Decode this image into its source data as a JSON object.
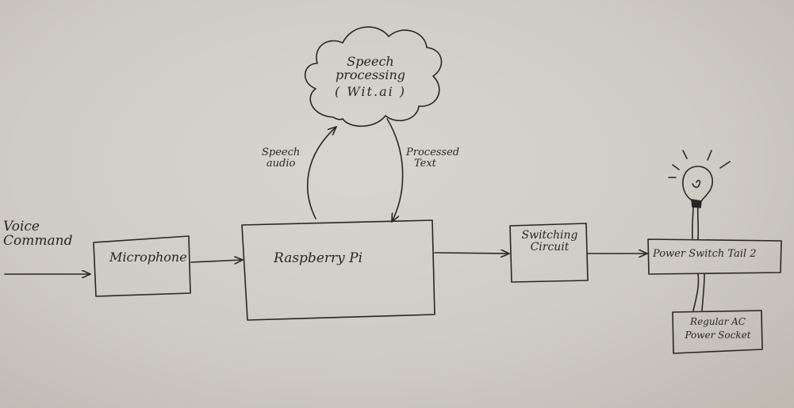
{
  "diagram": {
    "input_label": {
      "line1": "Voice",
      "line2": "Command"
    },
    "microphone": "Microphone",
    "raspberry_pi": "Raspberry  Pi",
    "cloud": {
      "line1": "Speech",
      "line2": "processing",
      "line3": "( Wit.ai )"
    },
    "speech_audio": {
      "line1": "Speech",
      "line2": "audio"
    },
    "processed_text": {
      "line1": "Processed",
      "line2": "Text"
    },
    "switching_circuit": {
      "line1": "Switching",
      "line2": "Circuit"
    },
    "power_switch_tail": "Power Switch Tail 2",
    "socket": {
      "line1": "Regular AC",
      "line2": "Power Socket"
    },
    "bulb_icon": "light-bulb-icon",
    "ink_color": "#2a2623",
    "paper_color": "#d3d0c9"
  }
}
